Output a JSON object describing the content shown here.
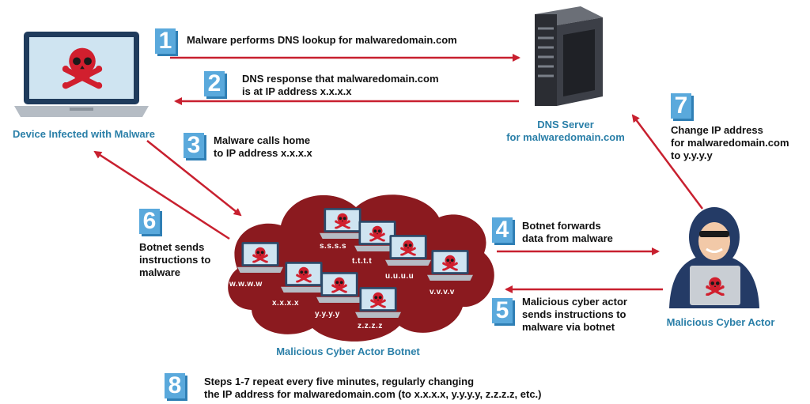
{
  "steps": [
    {
      "num": "1",
      "text": "Malware performs DNS lookup for malwaredomain.com"
    },
    {
      "num": "2",
      "text": "DNS response that malwaredomain.com\nis at IP address x.x.x.x"
    },
    {
      "num": "3",
      "text": "Malware calls home\nto IP address x.x.x.x"
    },
    {
      "num": "4",
      "text": "Botnet forwards\ndata from malware"
    },
    {
      "num": "5",
      "text": "Malicious cyber actor\nsends instructions to\nmalware via botnet"
    },
    {
      "num": "6",
      "text": "Botnet sends\ninstructions to\nmalware"
    },
    {
      "num": "7",
      "text": "Change IP address\nfor malwaredomain.com\nto y.y.y.y"
    },
    {
      "num": "8",
      "text": "Steps 1-7 repeat every five minutes, regularly changing\nthe IP address for malwaredomain.com (to x.x.x.x, y.y.y.y, z.z.z.z, etc.)"
    }
  ],
  "captions": {
    "device": "Device Infected with Malware",
    "dns": "DNS Server\nfor malwaredomain.com",
    "botnet": "Malicious Cyber Actor Botnet",
    "actor": "Malicious Cyber Actor"
  },
  "botnet_ips": [
    "s.s.s.s",
    "t.t.t.t",
    "u.u.u.u",
    "v.v.v.v",
    "w.w.w.w",
    "x.x.x.x",
    "y.y.y.y",
    "z.z.z.z"
  ],
  "colors": {
    "arrow": "#c8202f",
    "accent": "#5aa9dc",
    "caption": "#2a7fa8",
    "cloud": "#8b1a1f",
    "skull": "#d11f2e"
  },
  "icons": [
    "laptop-icon",
    "skull-icon",
    "server-icon",
    "cloud-icon",
    "hacker-icon"
  ]
}
